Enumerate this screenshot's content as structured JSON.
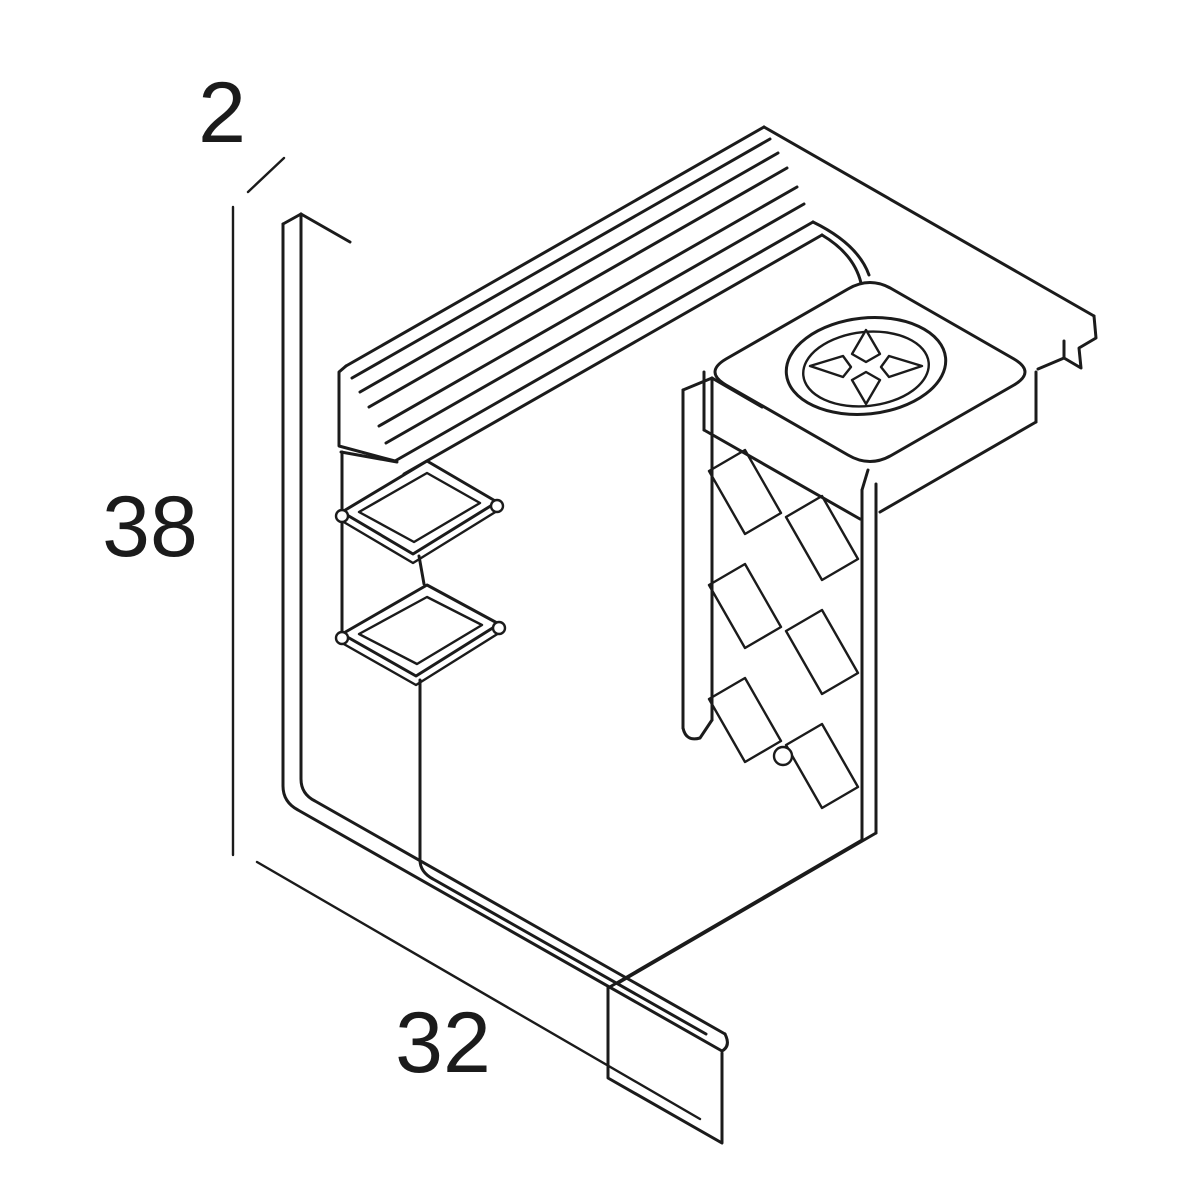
{
  "meta": {
    "background": "#ffffff",
    "line_color": "#1b1b1b",
    "drawing_type": "isometric technical line drawing",
    "subject": "track-profile end cap with ribbed top, screw boss and lattice wall"
  },
  "drawing": {
    "labels": {
      "thickness": "2",
      "height": "38",
      "width": "32"
    }
  }
}
